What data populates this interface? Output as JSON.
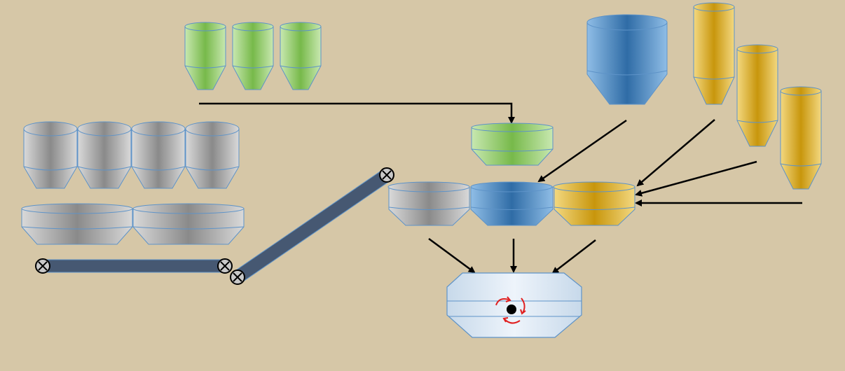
{
  "diagram": {
    "background": "#d6c7a7",
    "colors": {
      "green": [
        "#77b94a",
        "#c8e8b0"
      ],
      "gray": [
        "#8a8a8a",
        "#d9d9d9"
      ],
      "blue": [
        "#2f6ca6",
        "#8fbde6"
      ],
      "yellow": [
        "#c8960c",
        "#f3d880"
      ],
      "mixer": [
        "#c7d9ea",
        "#eef4fb"
      ],
      "conveyor": "#465872",
      "arrow": "#000000",
      "rotor_arrows": "#e02020"
    },
    "components": [
      "green-aggregate-silos",
      "gray-aggregate-bins",
      "gray-weigh-hoppers",
      "horizontal-belt-conveyor",
      "inclined-belt-conveyor",
      "green-weigh-hopper",
      "blue-cement-silo",
      "yellow-additive-silos",
      "gray-aggregate-weigh-hopper",
      "blue-cement-weigh-hopper",
      "yellow-additive-weigh-hopper",
      "concrete-mixer"
    ]
  }
}
